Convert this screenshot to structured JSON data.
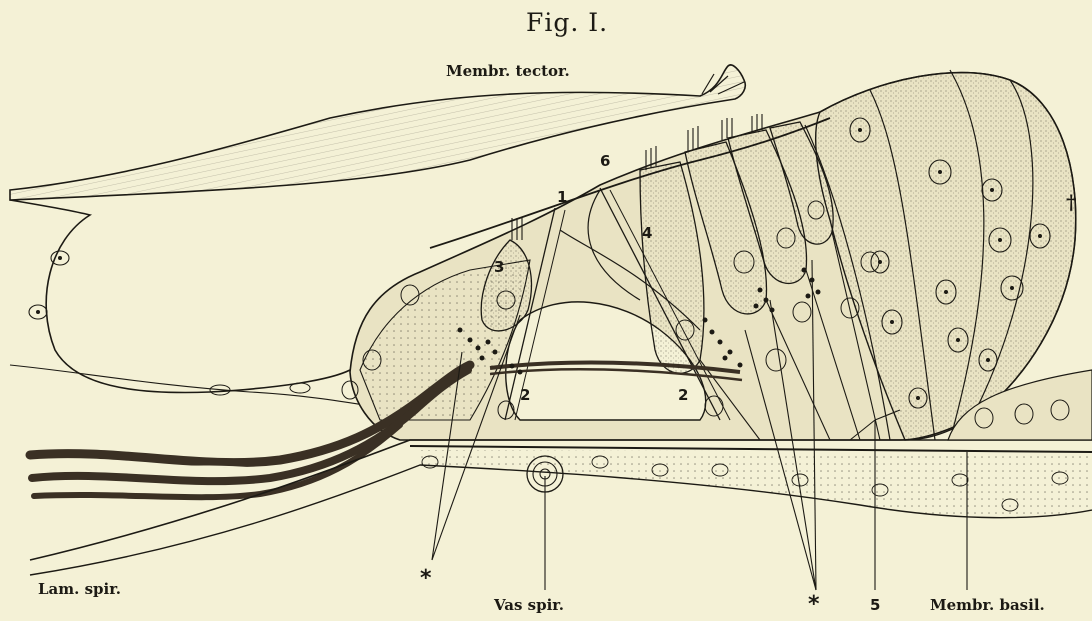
{
  "title": "Fig. I.",
  "labels": {
    "membr_tector": "Membr. tector.",
    "lam_spir": "Lam. spir.",
    "vas_spir": "Vas spir.",
    "membr_basil": "Membr. basil.",
    "dagger": "†",
    "n1": "1",
    "n2a": "2",
    "n2b": "2",
    "n3": "3",
    "n4": "4",
    "n5": "5",
    "n6": "6",
    "star_left": "*",
    "star_right": "*"
  },
  "colors": {
    "paper": "#f4f1d6",
    "ink": "#1c1a14",
    "tissue": "#e9e3c3",
    "nerve": "#3a3024"
  }
}
